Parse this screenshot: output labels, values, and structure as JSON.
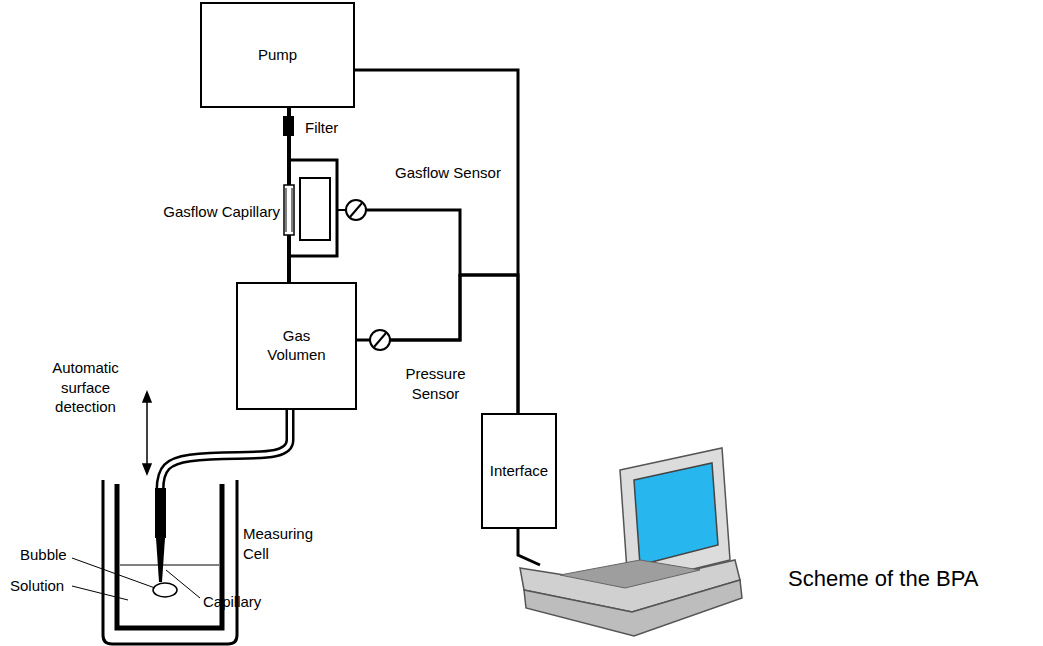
{
  "diagram": {
    "caption": "Scheme of the BPA",
    "nodes": [
      {
        "text": [
          "Pump"
        ]
      },
      {
        "text": [
          "Gas Volumen"
        ]
      },
      {
        "text": [
          "Interface"
        ]
      }
    ],
    "edges": [
      {
        "from": 0,
        "to": 2,
        "arrow": "none"
      },
      {
        "from": 0,
        "to": 1,
        "arrow": "none"
      },
      {
        "from": 1,
        "to": 2,
        "arrow": "none"
      }
    ],
    "labels": [
      "Filter",
      "Gasflow Capillary",
      "Gasflow Sensor",
      "Pressure Sensor",
      "Automatic surface detection",
      "Bubble",
      "Solution",
      "Measuring Cell",
      "Capillary"
    ]
  }
}
